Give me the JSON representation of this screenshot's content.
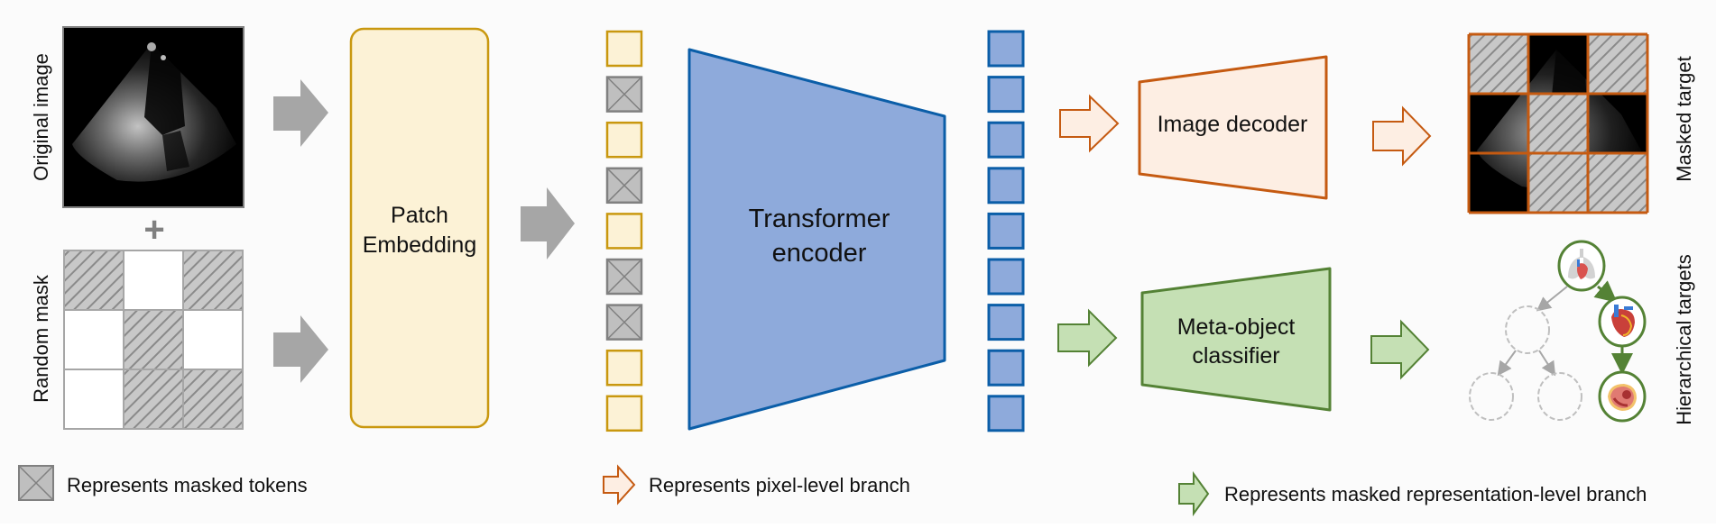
{
  "input": {
    "original_image_label": "Original image",
    "random_mask_label": "Random mask",
    "plus_symbol": "+",
    "mask_pattern": [
      [
        true,
        false,
        true
      ],
      [
        false,
        true,
        false
      ],
      [
        false,
        true,
        true
      ]
    ]
  },
  "patch_embedding": {
    "line1": "Patch",
    "line2": "Embedding"
  },
  "input_tokens": [
    "visible",
    "masked",
    "visible",
    "masked",
    "visible",
    "masked",
    "masked",
    "visible",
    "visible"
  ],
  "encoder": {
    "line1": "Transformer",
    "line2": "encoder"
  },
  "encoded_token_count": 9,
  "pixel_branch": {
    "decoder_label": "Image decoder",
    "target_label": "Masked target"
  },
  "representation_branch": {
    "classifier_line1": "Meta-object",
    "classifier_line2": "classifier",
    "target_label": "Hierarchical targets",
    "tree_nodes": {
      "root": "lungs-heart-icon",
      "level1_active": "heart-icon",
      "level2_active": "heart-cross-section-icon"
    }
  },
  "legend": {
    "masked_tokens": "Represents masked tokens",
    "pixel_branch": "Represents pixel-level branch",
    "representation_branch": "Represents masked representation-level branch"
  },
  "colors": {
    "gray_arrow": "#a6a6a6",
    "patch_fill": "#fcf2d6",
    "patch_stroke": "#c9980f",
    "encoder_fill": "#8eaadb",
    "encoder_stroke": "#0b5ea8",
    "pixel_fill": "#fdeee3",
    "pixel_stroke": "#c55a11",
    "repr_fill": "#c5e0b4",
    "repr_stroke": "#548235",
    "masked_fill": "#bfbfbf",
    "masked_stroke": "#808080"
  }
}
